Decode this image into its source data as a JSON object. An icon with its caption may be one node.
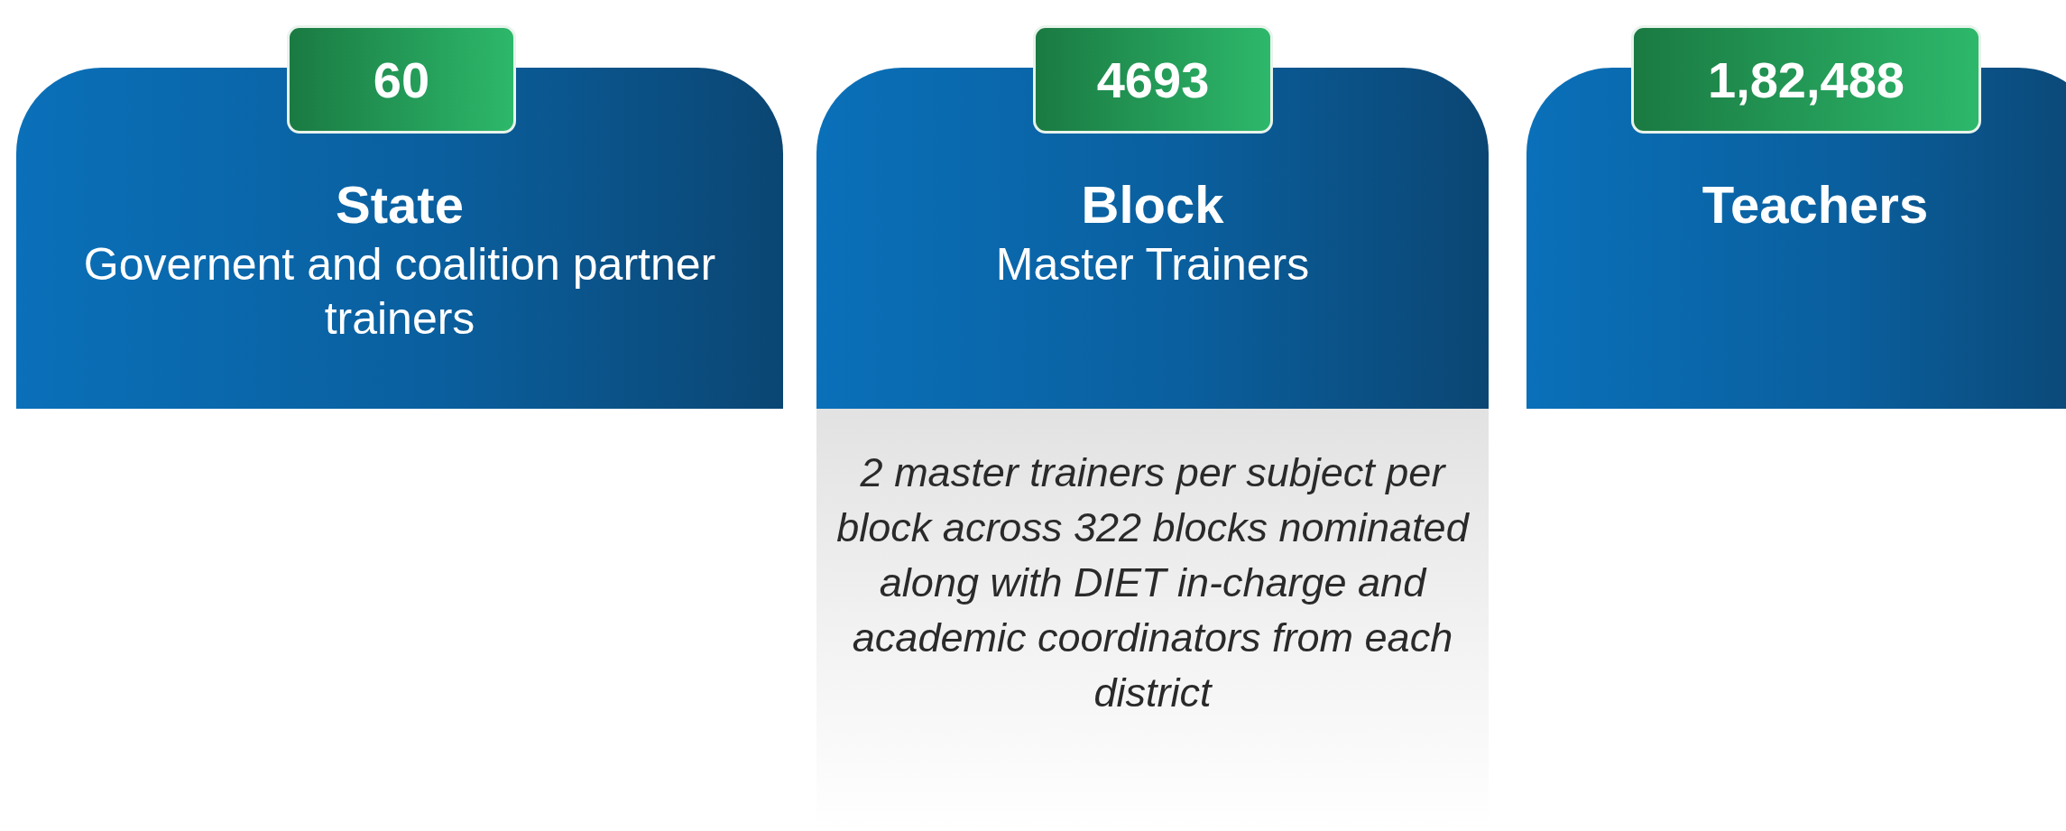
{
  "diagram": {
    "nodes": [
      {
        "text": [
          "60"
        ]
      },
      {
        "text": [
          "State",
          "Governent and coalition partner trainers"
        ]
      },
      {
        "text": [
          "4693"
        ]
      },
      {
        "text": [
          "Block",
          "Master Trainers"
        ]
      },
      {
        "text": [
          "2 master trainers per subject per block across 322 blocks nominated along with DIET in-charge and academic coordinators from each district"
        ]
      },
      {
        "text": [
          "1,82,488"
        ]
      },
      {
        "text": [
          "Teachers"
        ]
      }
    ]
  }
}
